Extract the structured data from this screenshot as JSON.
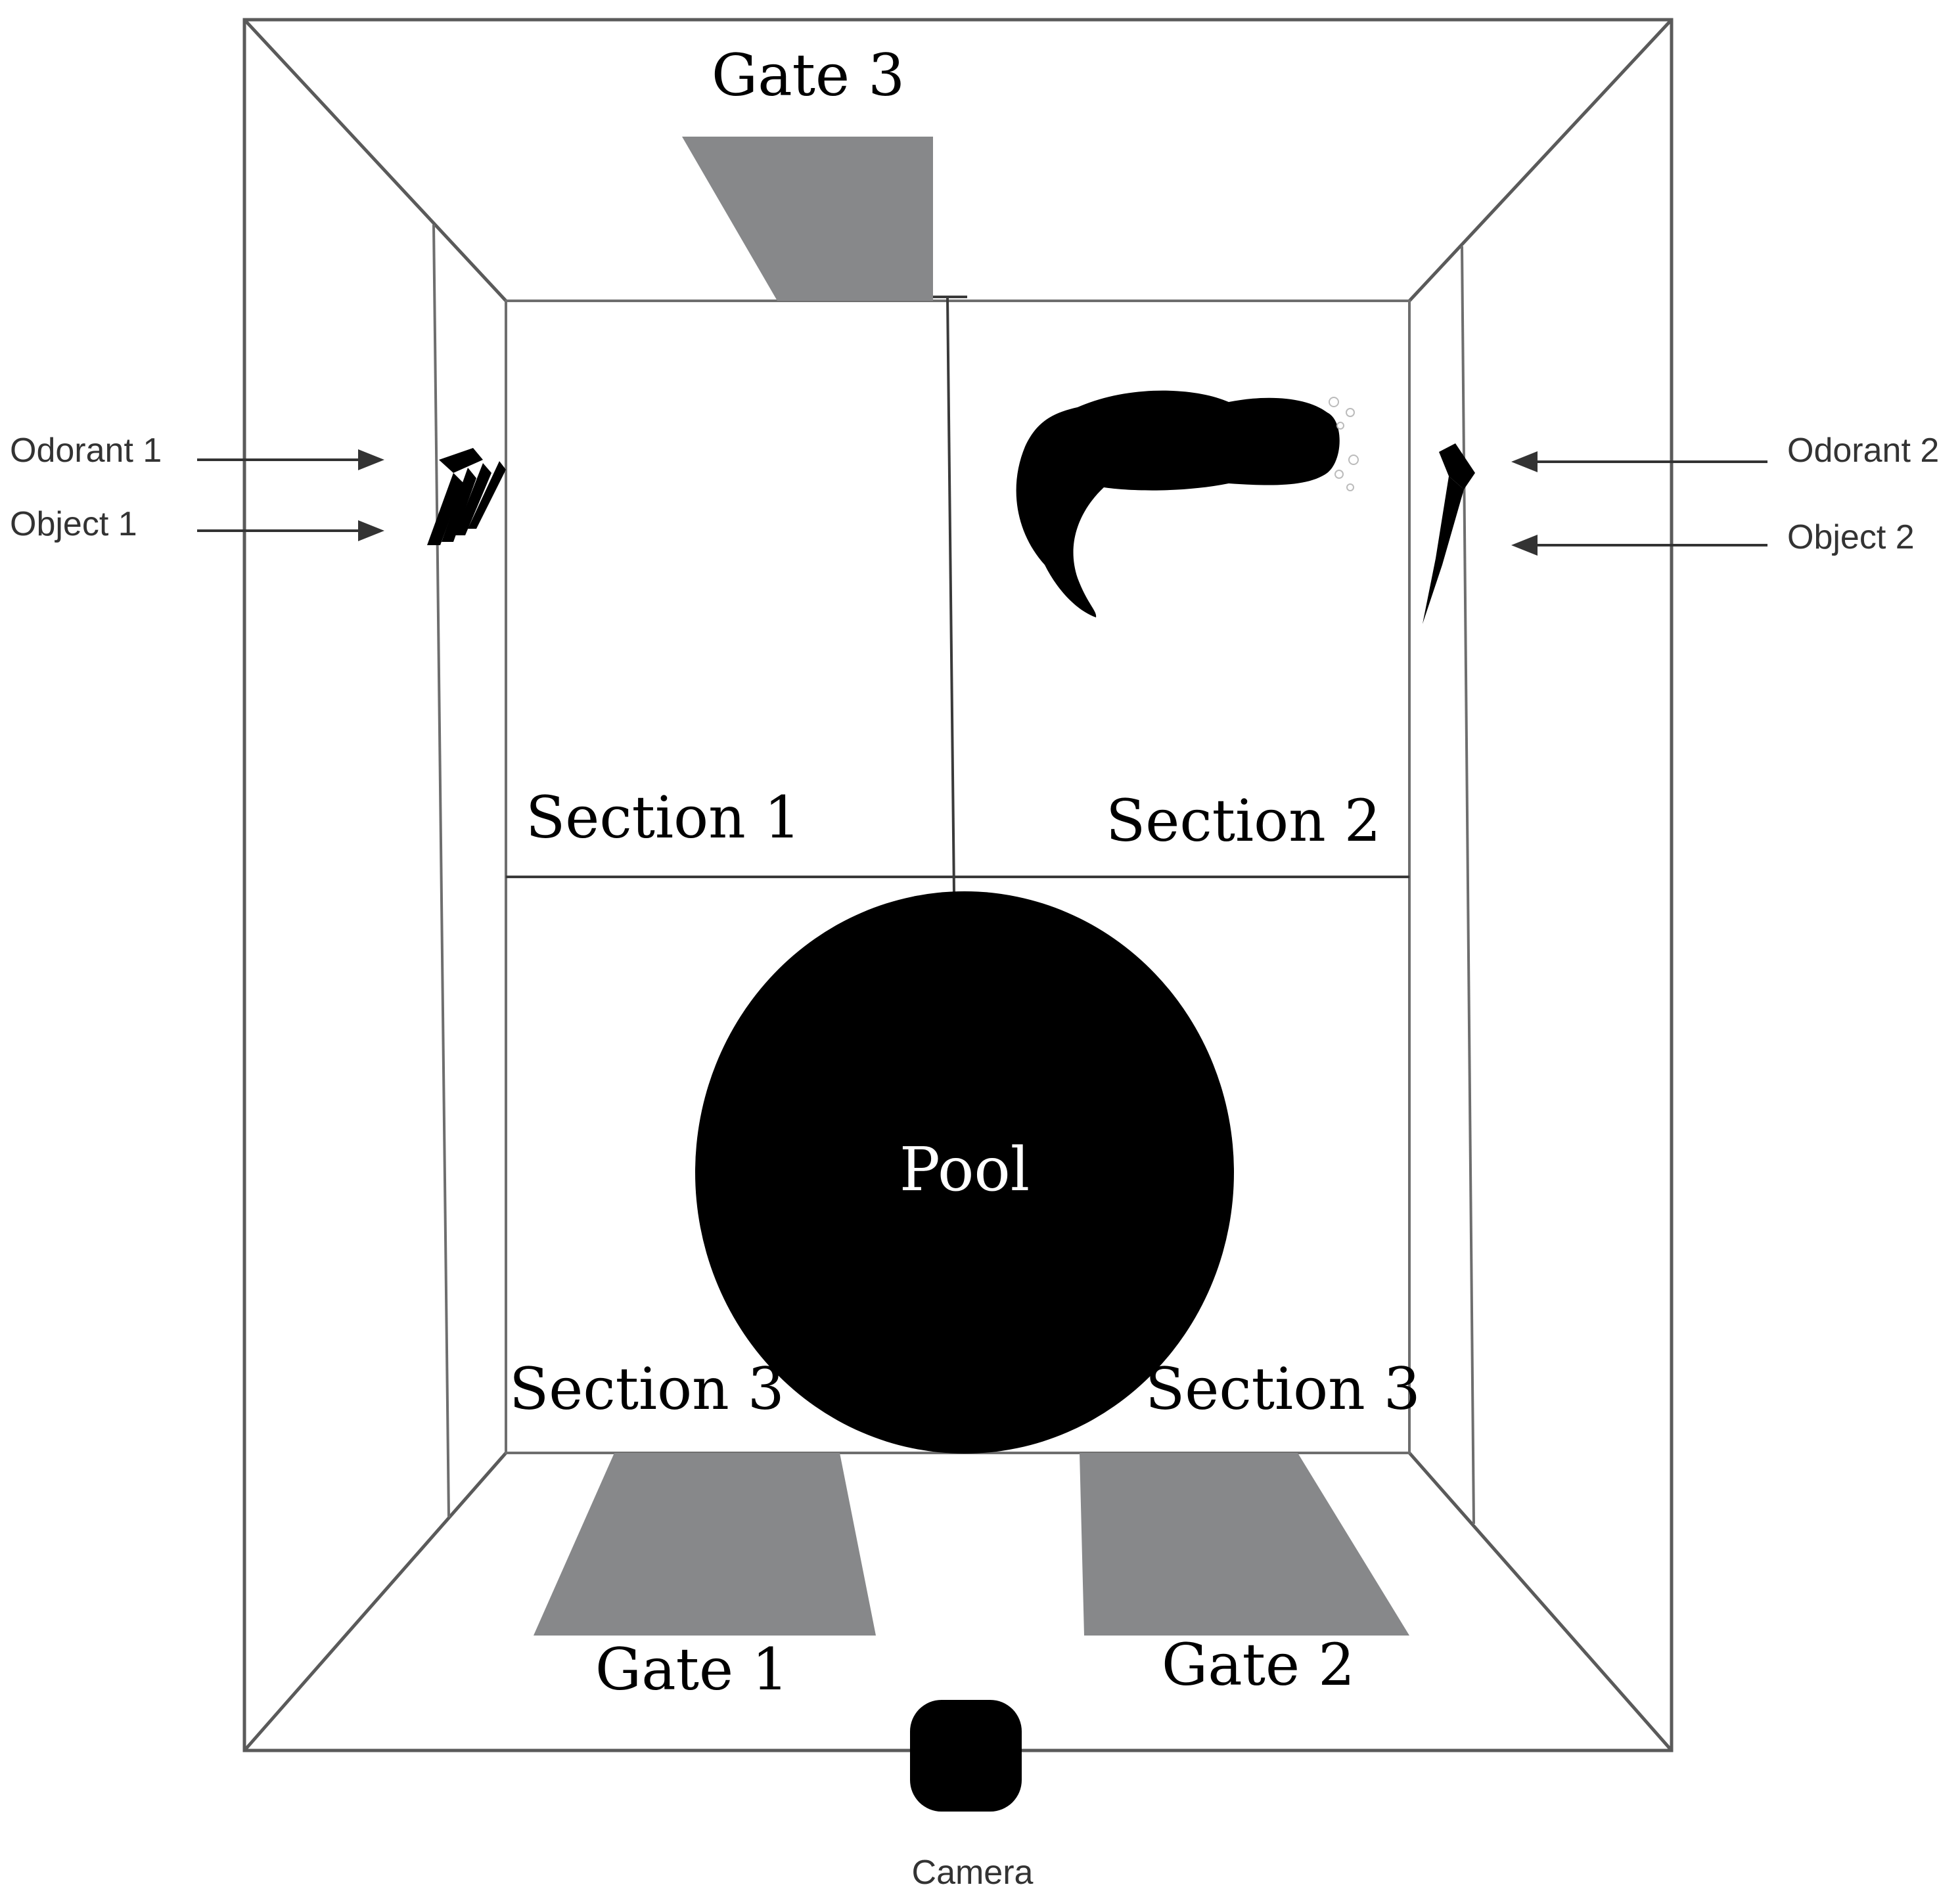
{
  "labels": {
    "gate1": "Gate 1",
    "gate2": "Gate 2",
    "gate3": "Gate 3",
    "section1": "Section 1",
    "section2": "Section 2",
    "section3_left": "Section 3",
    "section3_right": "Section 3",
    "pool": "Pool",
    "odorant1": "Odorant 1",
    "object1": "Object 1",
    "odorant2": "Odorant 2",
    "object2": "Object 2",
    "camera": "Camera"
  },
  "colors": {
    "gate_fill": "#87888a",
    "pool_fill": "#000000",
    "wall_stroke": "#5a5a5a",
    "background": "#ffffff"
  }
}
